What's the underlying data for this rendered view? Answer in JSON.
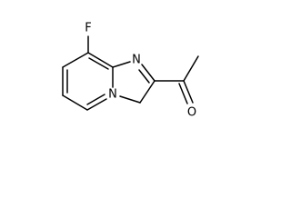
{
  "molecule": {
    "atoms": {
      "fluorine": "F",
      "n_ring": "N",
      "n_bridge": "N",
      "oxygen": "O"
    },
    "colors": {
      "bond": "#000000",
      "label": "#000000",
      "background": "#ffffff"
    }
  }
}
